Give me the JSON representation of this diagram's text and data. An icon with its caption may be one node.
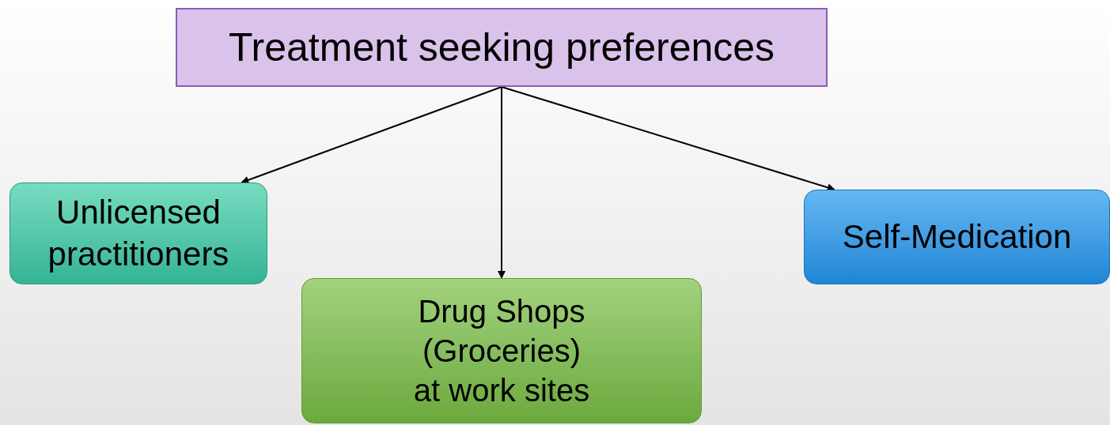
{
  "diagram": {
    "nodes": [
      {
        "text": [
          "Treatment seeking preferences"
        ]
      },
      {
        "text": [
          "Unlicensed practitioners"
        ]
      },
      {
        "text": [
          "Drug Shops (Groceries) at work sites"
        ]
      },
      {
        "text": [
          "Self-Medication"
        ]
      }
    ],
    "edges": [
      {
        "from": 0,
        "to": 1,
        "arrow": "to"
      },
      {
        "from": 0,
        "to": 2,
        "arrow": "to"
      },
      {
        "from": 0,
        "to": 3,
        "arrow": "to"
      }
    ]
  }
}
